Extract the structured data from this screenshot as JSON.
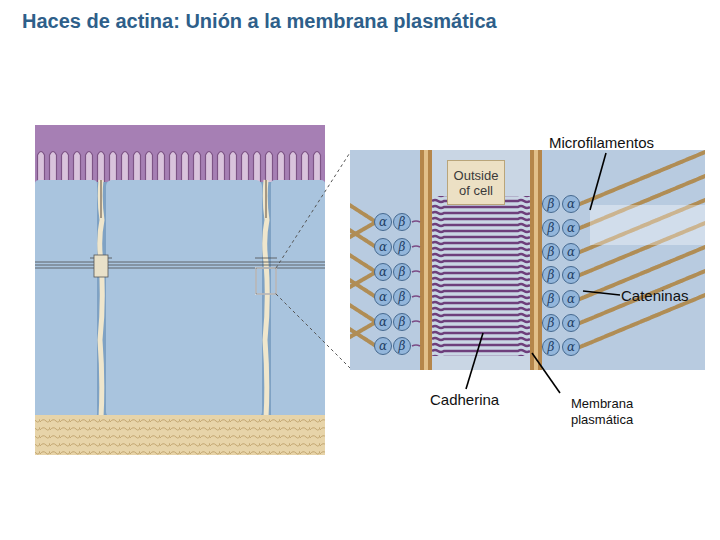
{
  "diagram": {
    "title": "Haces de actina: Unión a la membrana plasmática",
    "nodes": [
      {
        "text": [
          "Outside of cell"
        ]
      },
      {
        "text": [
          "β"
        ]
      },
      {
        "text": [
          "α"
        ]
      },
      {
        "text": [
          "α"
        ]
      },
      {
        "text": [
          "β"
        ]
      },
      {
        "text": [
          "β"
        ]
      },
      {
        "text": [
          "α"
        ]
      },
      {
        "text": [
          "α"
        ]
      },
      {
        "text": [
          "β"
        ]
      },
      {
        "text": [
          "β"
        ]
      },
      {
        "text": [
          "α"
        ]
      },
      {
        "text": [
          "α"
        ]
      },
      {
        "text": [
          "β"
        ]
      },
      {
        "text": [
          "β"
        ]
      },
      {
        "text": [
          "α"
        ]
      },
      {
        "text": [
          "α"
        ]
      },
      {
        "text": [
          "β"
        ]
      },
      {
        "text": [
          "β"
        ]
      },
      {
        "text": [
          "α"
        ]
      },
      {
        "text": [
          "α"
        ]
      },
      {
        "text": [
          "β"
        ]
      },
      {
        "text": [
          "β"
        ]
      },
      {
        "text": [
          "α"
        ]
      },
      {
        "text": [
          "α"
        ]
      },
      {
        "text": [
          "β"
        ]
      },
      {
        "text": [
          "β"
        ]
      },
      {
        "text": [
          "α"
        ]
      }
    ],
    "labels": [
      "Microfilamentos",
      "Cateninas",
      "Cadherina",
      "Membrana plasmática"
    ]
  }
}
